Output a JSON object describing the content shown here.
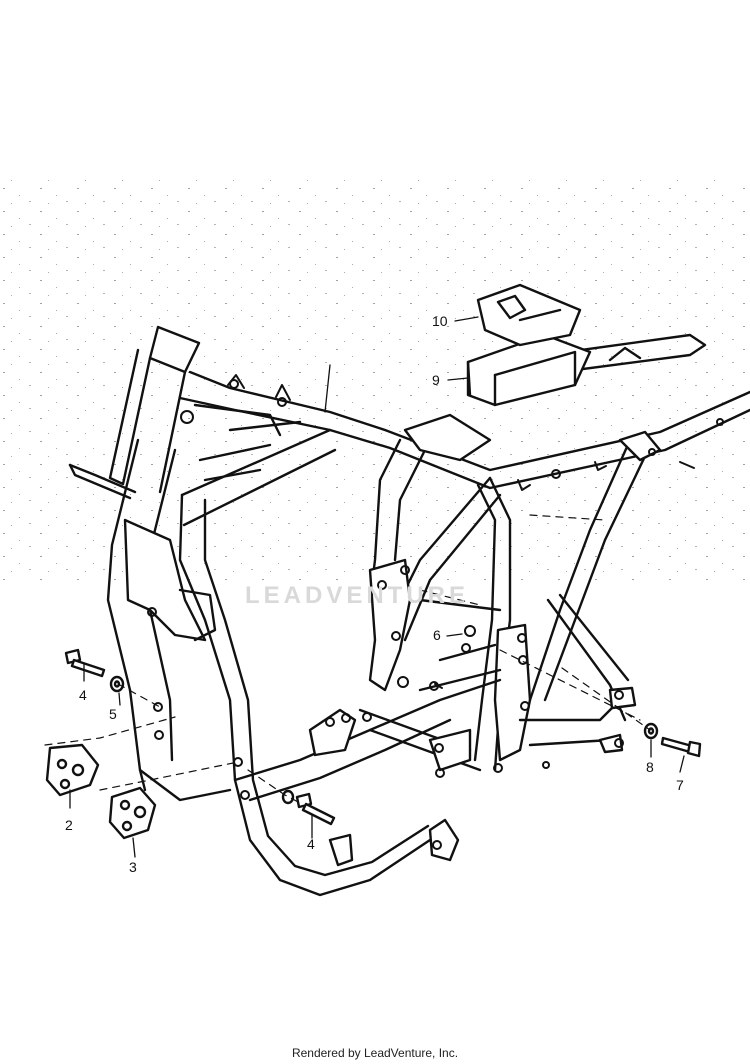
{
  "watermark": "LEADVENTURE",
  "footer": "Rendered by LeadVenture, Inc.",
  "callouts": {
    "c10": "10",
    "c9": "9",
    "c6": "6",
    "c4_left": "4",
    "c5": "5",
    "c2": "2",
    "c3": "3",
    "c4_bottom": "4",
    "c8": "8",
    "c7": "7"
  }
}
